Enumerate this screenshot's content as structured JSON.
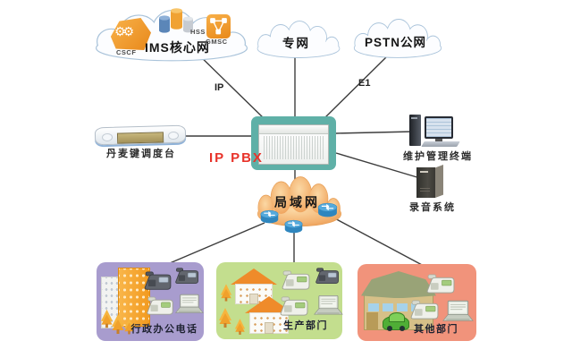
{
  "clouds": {
    "ims": {
      "label": "IMS核心网",
      "cscf": "CSCF",
      "hss": "HSS",
      "gmsc": "GMSC"
    },
    "private_net": {
      "label": "专网"
    },
    "pstn": {
      "label": "PSTN公网"
    }
  },
  "links": {
    "ip": "IP",
    "e1": "E1"
  },
  "pbx": {
    "label": "IP PBX"
  },
  "devices": {
    "dispatch_console": {
      "label": "丹麦键调度台"
    },
    "maintenance_terminal": {
      "label": "维护管理终端"
    },
    "recording_system": {
      "label": "录音系统"
    }
  },
  "lan": {
    "label": "局域网"
  },
  "departments": {
    "admin": {
      "label": "行政办公电话",
      "bg": "#a89cce"
    },
    "production": {
      "label": "生产部门",
      "bg": "#c3de8e"
    },
    "other": {
      "label": "其他部门",
      "bg": "#f1937b"
    }
  },
  "colors": {
    "pbx_panel": "#5fb0a7",
    "pbx_label_red": "#e8332a",
    "lan_cloud_orange": "#f3b270",
    "cloud_outline": "#a9c3da",
    "line": "#3d3d3d"
  }
}
